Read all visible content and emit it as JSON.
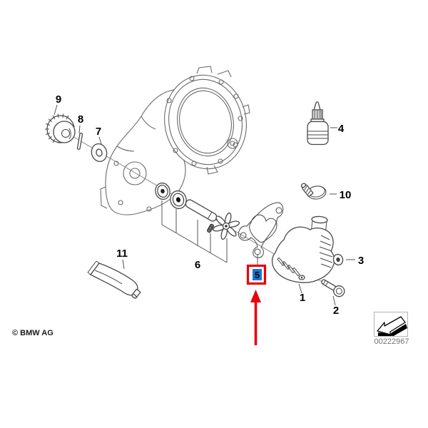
{
  "meta": {
    "copyright": "© BMW AG",
    "diagram_code": "00222967"
  },
  "colors": {
    "highlight_red": "#e8000a",
    "selection_blue": "#1878d2",
    "stamp_gray": "#757575",
    "line_gray": "#6b6b6b"
  },
  "labels": {
    "p1": "1",
    "p2": "2",
    "p3": "3",
    "p4": "4",
    "p5": "5",
    "p6": "6",
    "p7": "7",
    "p8": "8",
    "p9": "9",
    "p10": "10",
    "p11": "11"
  }
}
